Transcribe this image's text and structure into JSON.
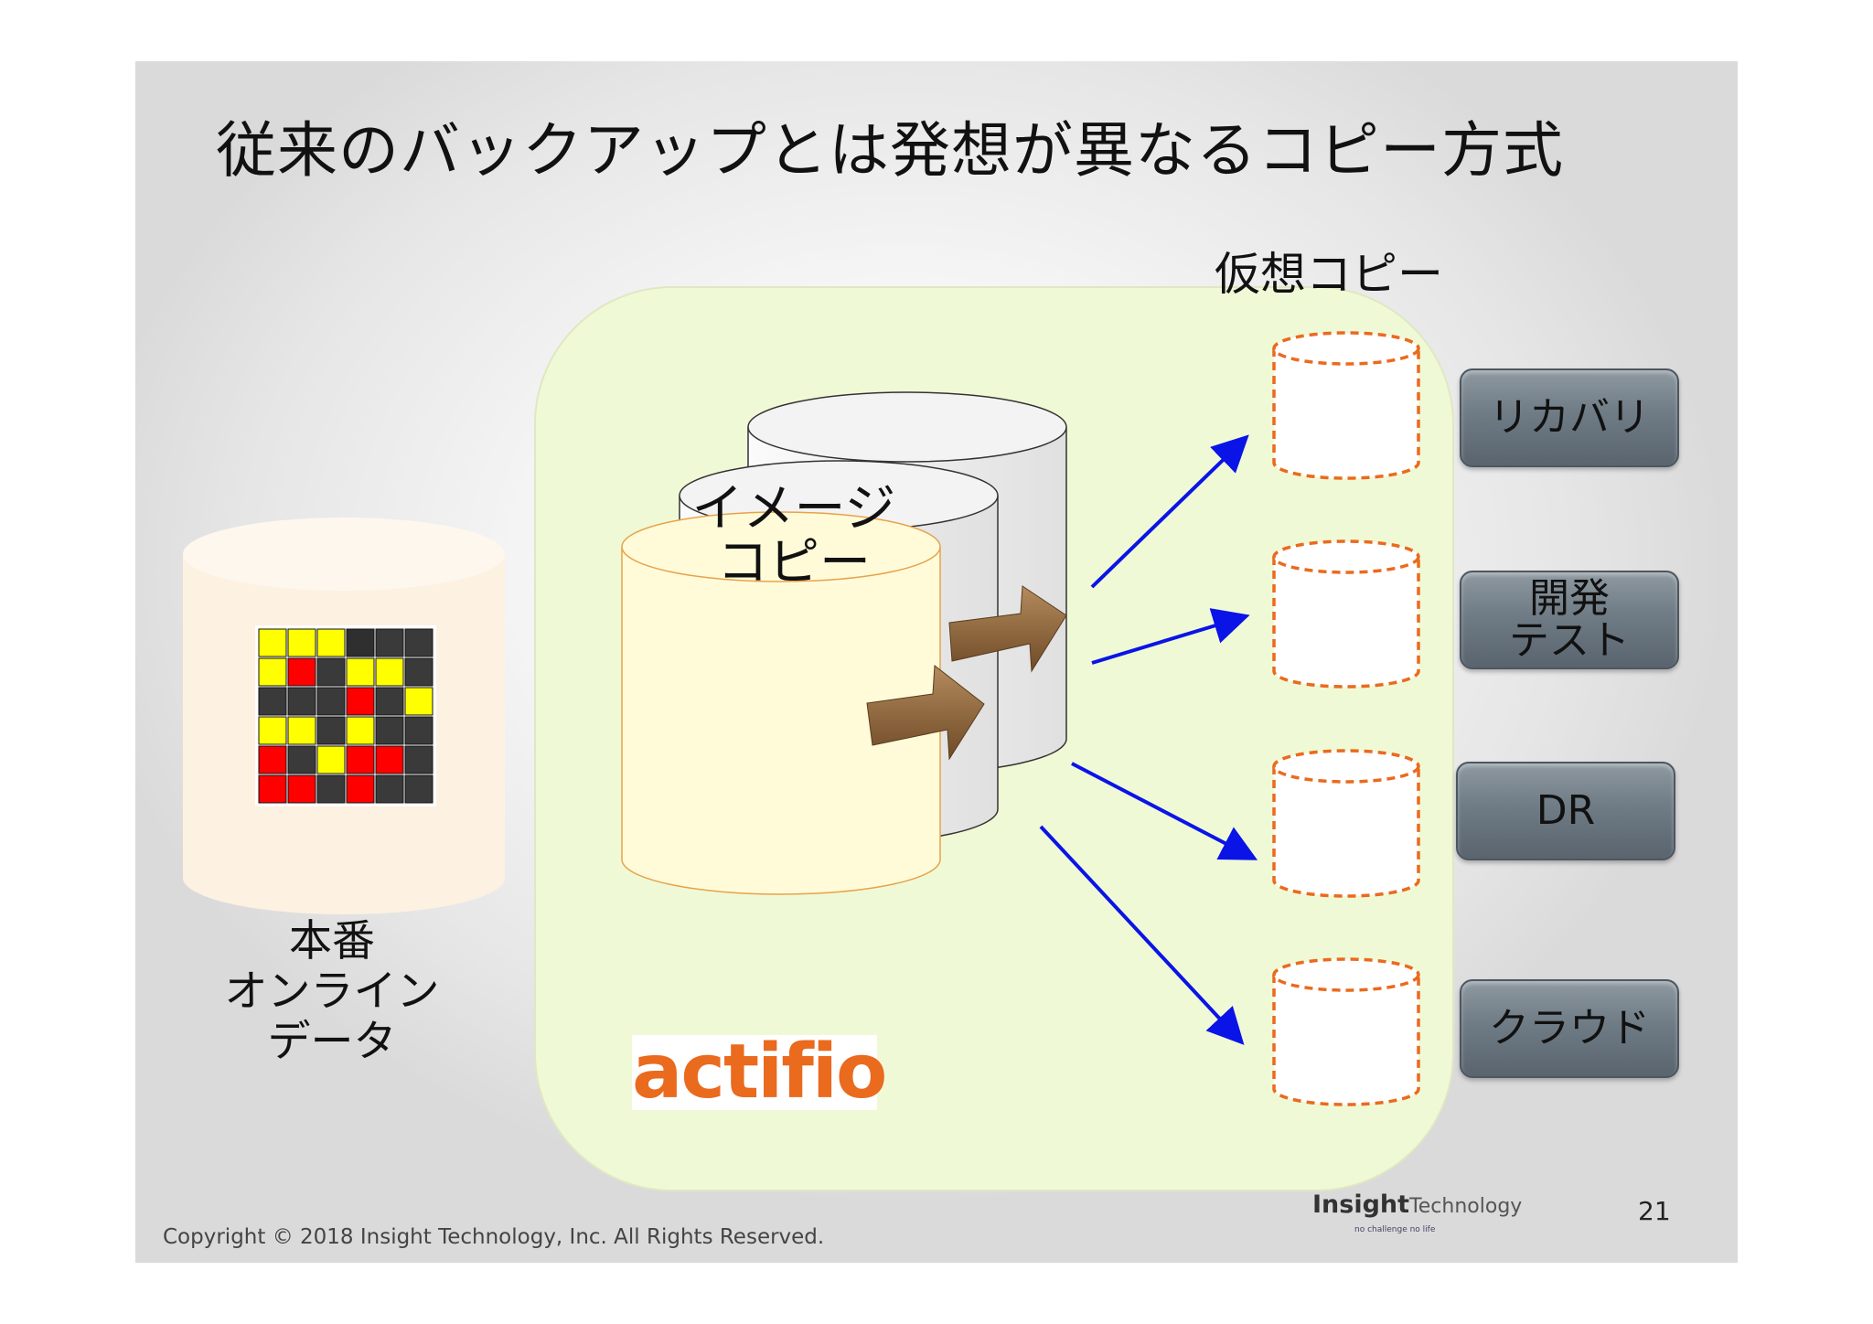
{
  "slide": {
    "title": "従来のバックアップとは発想が異なるコピー方式",
    "page_number": "21",
    "copyright": "Copyright © 2018 Insight Technology, Inc. All Rights Reserved."
  },
  "diagram": {
    "production": {
      "lines": [
        "本番",
        "オンライン",
        "データ"
      ]
    },
    "image_copy": {
      "lines": [
        "イメージ",
        "コピー"
      ]
    },
    "virtual_copy_label": "仮想コピー",
    "targets": [
      {
        "lines": [
          "リカバリ"
        ]
      },
      {
        "lines": [
          "開発",
          "テスト"
        ]
      },
      {
        "lines": [
          "DR"
        ]
      },
      {
        "lines": [
          "クラウド"
        ]
      }
    ]
  },
  "logos": {
    "actifio": "actifio",
    "insight_brand": "Insight",
    "insight_suffix": "Technology",
    "insight_tagline": "no challenge no life"
  },
  "colors": {
    "arrow_blue": "#0a14e6",
    "dashed_orange": "#ea6a1e",
    "panel_green": "#f0f9d6",
    "block_yellow": "#ffff00",
    "block_red": "#ff0000",
    "block_dark": "#3a3a3a",
    "arrow_brown": "#8a5f35"
  },
  "icons": [
    "database-cylinder-icon",
    "dashed-cylinder-icon",
    "block-arrow-icon"
  ]
}
